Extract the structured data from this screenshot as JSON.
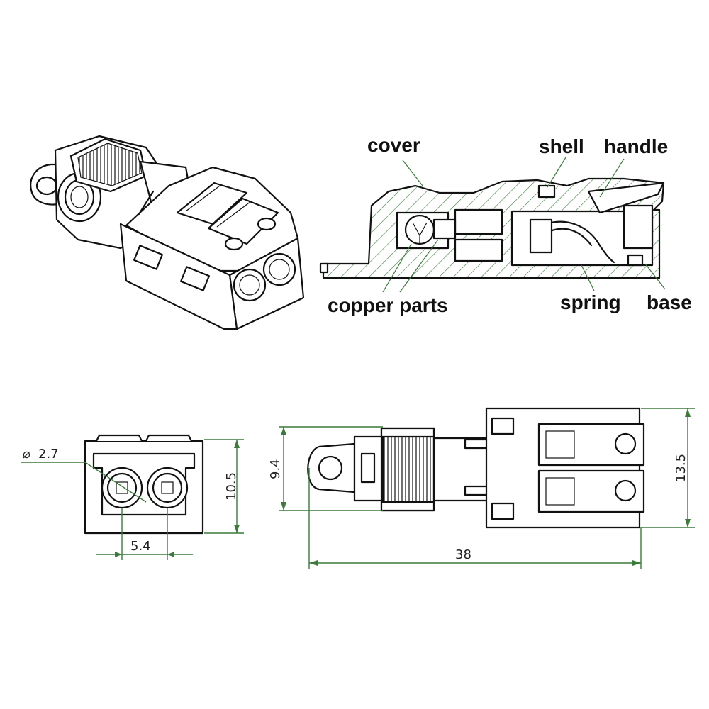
{
  "labels": {
    "cover": "cover",
    "shell": "shell",
    "handle": "handle",
    "copper_parts": "copper parts",
    "spring": "spring",
    "base": "base"
  },
  "dimensions": {
    "diameter": "2.7",
    "pitch": "5.4",
    "front_height": "10.5",
    "cable_height": "9.4",
    "body_height": "13.5",
    "length": "38"
  },
  "colors": {
    "outline": "#111111",
    "dimension": "#3a7a3a",
    "hatch": "#3a7a3a"
  }
}
